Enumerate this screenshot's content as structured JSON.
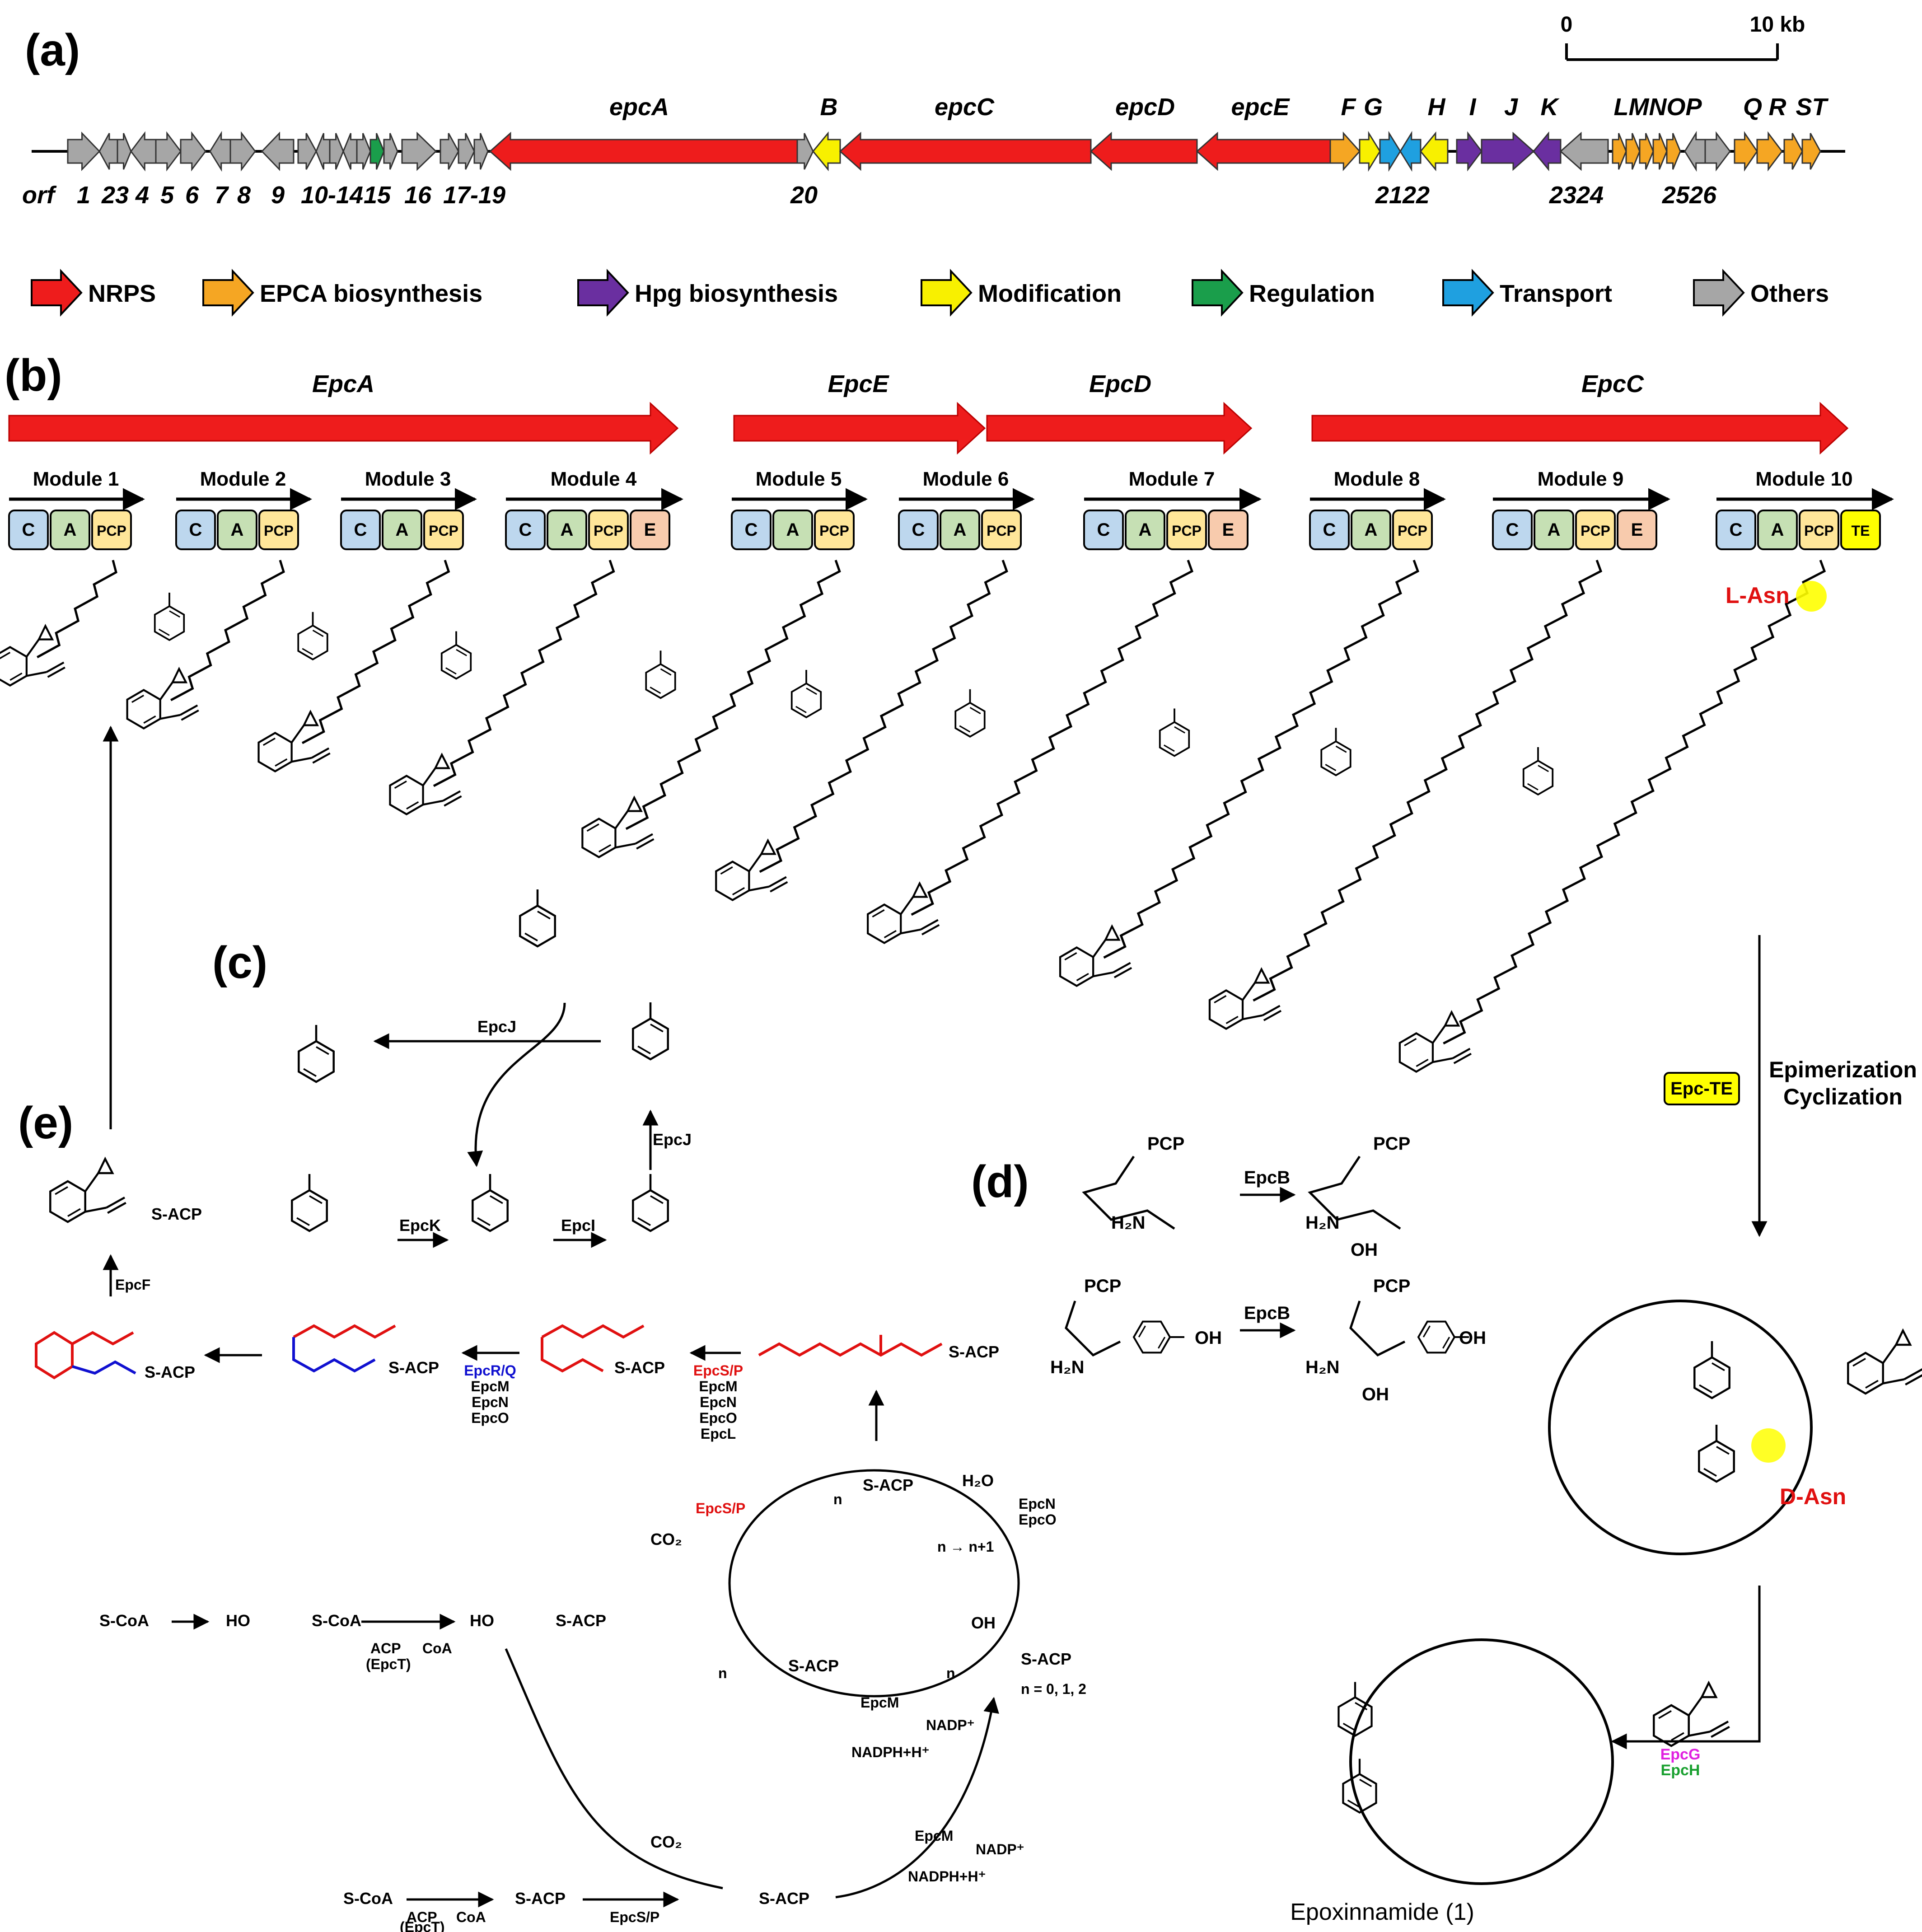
{
  "panels": {
    "a": "(a)",
    "b": "(b)",
    "c": "(c)",
    "d": "(d)",
    "e": "(e)"
  },
  "scale": {
    "start": "0",
    "end": "10 kb"
  },
  "gene_labels": {
    "epcA": "epcA",
    "B": "B",
    "epcC": "epcC",
    "epcD": "epcD",
    "epcE": "epcE",
    "F": "F",
    "G": "G",
    "H": "H",
    "I": "I",
    "J": "J",
    "K": "K",
    "LMNOP": "LMNOP",
    "Q": "Q",
    "R": "R",
    "ST": "ST"
  },
  "orf_labels": {
    "orf": "orf",
    "o1": "1",
    "o23": "23",
    "o4": "4",
    "o5": "5",
    "o6": "6",
    "o7": "7",
    "o8": "8",
    "o9": "9",
    "o1014": "10-14",
    "o15": "15",
    "o16": "16",
    "o1719": "17-19",
    "o20": "20",
    "o2122": "2122",
    "o2324": "2324",
    "o2526": "2526"
  },
  "legend": [
    {
      "label": "NRPS",
      "color": "#ee1c1c"
    },
    {
      "label": "EPCA biosynthesis",
      "color": "#f5a623"
    },
    {
      "label": "Hpg biosynthesis",
      "color": "#6a2fa0"
    },
    {
      "label": "Modification",
      "color": "#f8f000"
    },
    {
      "label": "Regulation",
      "color": "#1a9e4b"
    },
    {
      "label": "Transport",
      "color": "#1fa0e0"
    },
    {
      "label": "Others",
      "color": "#a6a6a6"
    }
  ],
  "nrps": {
    "EpcA": "EpcA",
    "EpcE": "EpcE",
    "EpcD": "EpcD",
    "EpcC": "EpcC"
  },
  "modules": [
    "Module 1",
    "Module 2",
    "Module 3",
    "Module 4",
    "Module 5",
    "Module 6",
    "Module 7",
    "Module 8",
    "Module 9",
    "Module 10"
  ],
  "domains": {
    "C": "C",
    "A": "A",
    "PCP": "PCP",
    "E": "E",
    "TE": "TE"
  },
  "domain_colors": {
    "C": "#bdd7ee",
    "A": "#c6e0b4",
    "PCP": "#ffe699",
    "E": "#f8cbad",
    "TE": "#ffff00"
  },
  "labels": {
    "L-Asn": "L-Asn",
    "D-Asn": "D-Asn",
    "Epc-TE": "Epc-TE",
    "epim": "Epimerization",
    "cycl": "Cyclization",
    "EpcG": "EpcG",
    "EpcH": "EpcH",
    "product": "Epoxinnamide (1)"
  },
  "panel_c": {
    "EpcJ": "EpcJ",
    "EpcK": "EpcK",
    "EpcI": "EpcI"
  },
  "panel_d": {
    "EpcB": "EpcB",
    "PCP": "PCP",
    "H2N": "H₂N",
    "OH": "OH"
  },
  "panel_e": {
    "S-ACP": "S-ACP",
    "S-CoA": "S-CoA",
    "HO": "HO",
    "ACP": "ACP",
    "EpcT": "(EpcT)",
    "CoA": "CoA",
    "CO2": "CO₂",
    "H2O": "H₂O",
    "EpcF": "EpcF",
    "EpcSP": "EpcS/P",
    "EpcRQ": "EpcR/Q",
    "EpcM": "EpcM",
    "EpcN": "EpcN",
    "EpcO": "EpcO",
    "EpcL": "EpcL",
    "NADP": "NADP⁺",
    "NADPH": "NADPH+H⁺",
    "n": "n",
    "nn1": "n → n+1",
    "n012": "n = 0, 1, 2",
    "OH": "OH"
  }
}
